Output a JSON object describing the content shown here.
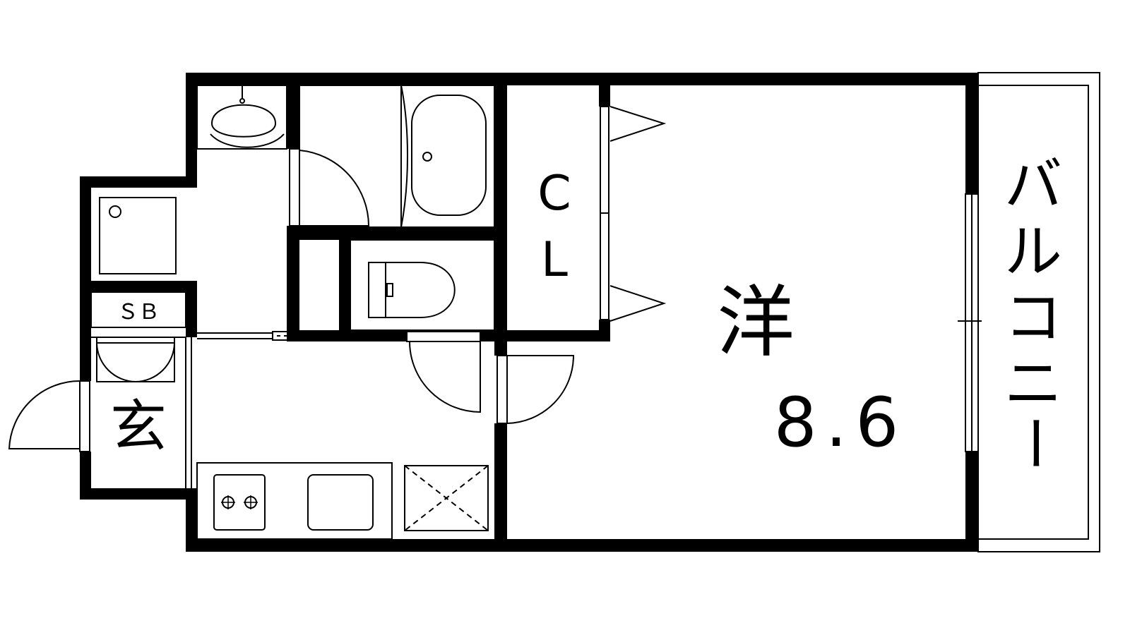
{
  "floor_plan": {
    "rooms": {
      "western_room": {
        "label": "洋",
        "size": "8.6"
      },
      "closet": {
        "label_line1": "C",
        "label_line2": "L"
      },
      "shoe_box": {
        "label": "ＳＢ"
      },
      "entrance": {
        "label": "玄"
      },
      "balcony": {
        "label_chars": [
          "バ",
          "ル",
          "コ",
          "ニ",
          "ー"
        ]
      }
    },
    "colors": {
      "wall": "#000000",
      "line": "#000000",
      "background": "#ffffff"
    }
  }
}
